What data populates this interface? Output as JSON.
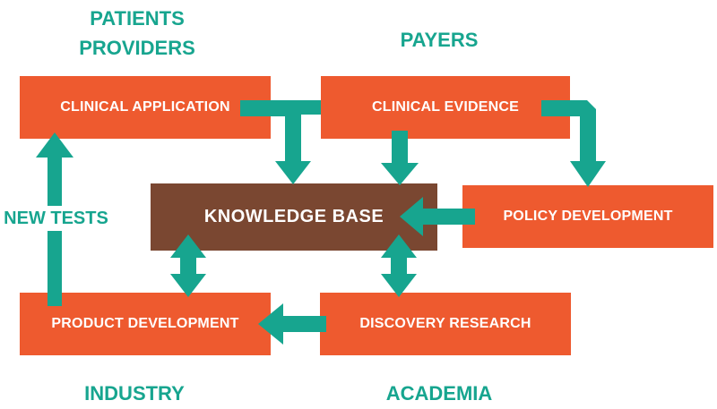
{
  "colors": {
    "box": "#ee5a2f",
    "knowledge_base": "#7a4731",
    "arrow": "#17a58f",
    "label": "#17a58f",
    "box_text": "#ffffff"
  },
  "labels": {
    "patients": "PATIENTS",
    "providers": "PROVIDERS",
    "payers": "PAYERS",
    "industry": "INDUSTRY",
    "academia": "ACADEMIA",
    "new_tests": "NEW TESTS"
  },
  "nodes": {
    "clinical_application": "CLINICAL APPLICATION",
    "clinical_evidence": "CLINICAL EVIDENCE",
    "knowledge_base": "KNOWLEDGE BASE",
    "policy_development": "POLICY DEVELOPMENT",
    "product_development": "PRODUCT DEVELOPMENT",
    "discovery_research": "DISCOVERY RESEARCH"
  }
}
